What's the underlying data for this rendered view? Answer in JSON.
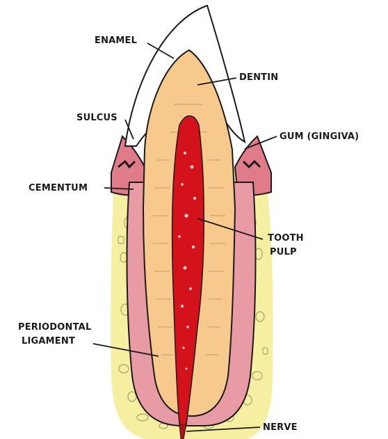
{
  "labels": {
    "enamel": "ENAMEL",
    "dentin": "DENTIN",
    "sulcus": "SULCUS",
    "gum": "GUM (GINGIVA)",
    "cementum": "CEMENTUM",
    "tooth_pulp_line1": "TOOTH",
    "tooth_pulp_line2": "PULP",
    "periodontal_line1": "PERIODONTAL",
    "periodontal_line2": "LIGAMENT",
    "nerve": "NERVE"
  },
  "colors": {
    "enamel": "#ffffff",
    "dentin": "#f7c98d",
    "pulp": "#d4121c",
    "cementum": "#e89aa5",
    "gum": "#e07c8a",
    "bone": "#f6efa2",
    "outline": "#1a1a1a"
  }
}
